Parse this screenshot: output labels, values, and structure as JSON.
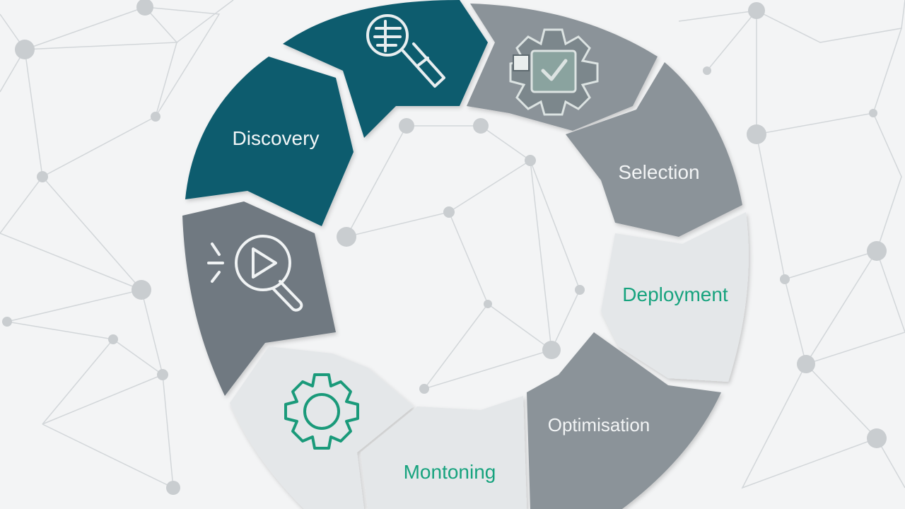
{
  "diagram": {
    "type": "cycle",
    "stages": [
      {
        "id": "discovery",
        "label": "Discovery",
        "label_color": "#f2f6f7",
        "fill": "#0f5b6e"
      },
      {
        "id": "research",
        "label": "",
        "icon": "magnifier-document-icon",
        "fill": "#0f5b6e"
      },
      {
        "id": "validation",
        "label": "",
        "icon": "gear-checkmark-icon",
        "fill": "#8b9399"
      },
      {
        "id": "selection",
        "label": "Selection",
        "label_color": "#f2f4f5",
        "fill": "#8b9399"
      },
      {
        "id": "deployment",
        "label": "Deployment",
        "label_color": "#17a37e",
        "fill": "#e4e7e9"
      },
      {
        "id": "optimisation",
        "label": "Optimisation",
        "label_color": "#f2f4f5",
        "fill": "#8b9399"
      },
      {
        "id": "monitoring",
        "label": "Montoning",
        "label_color": "#17a37e",
        "fill": "#e4e7e9"
      },
      {
        "id": "configuration",
        "label": "",
        "icon": "gear-icon",
        "fill": "#e4e7e9"
      },
      {
        "id": "analysis",
        "label": "",
        "icon": "play-magnifier-icon",
        "fill": "#6f7981"
      }
    ]
  }
}
